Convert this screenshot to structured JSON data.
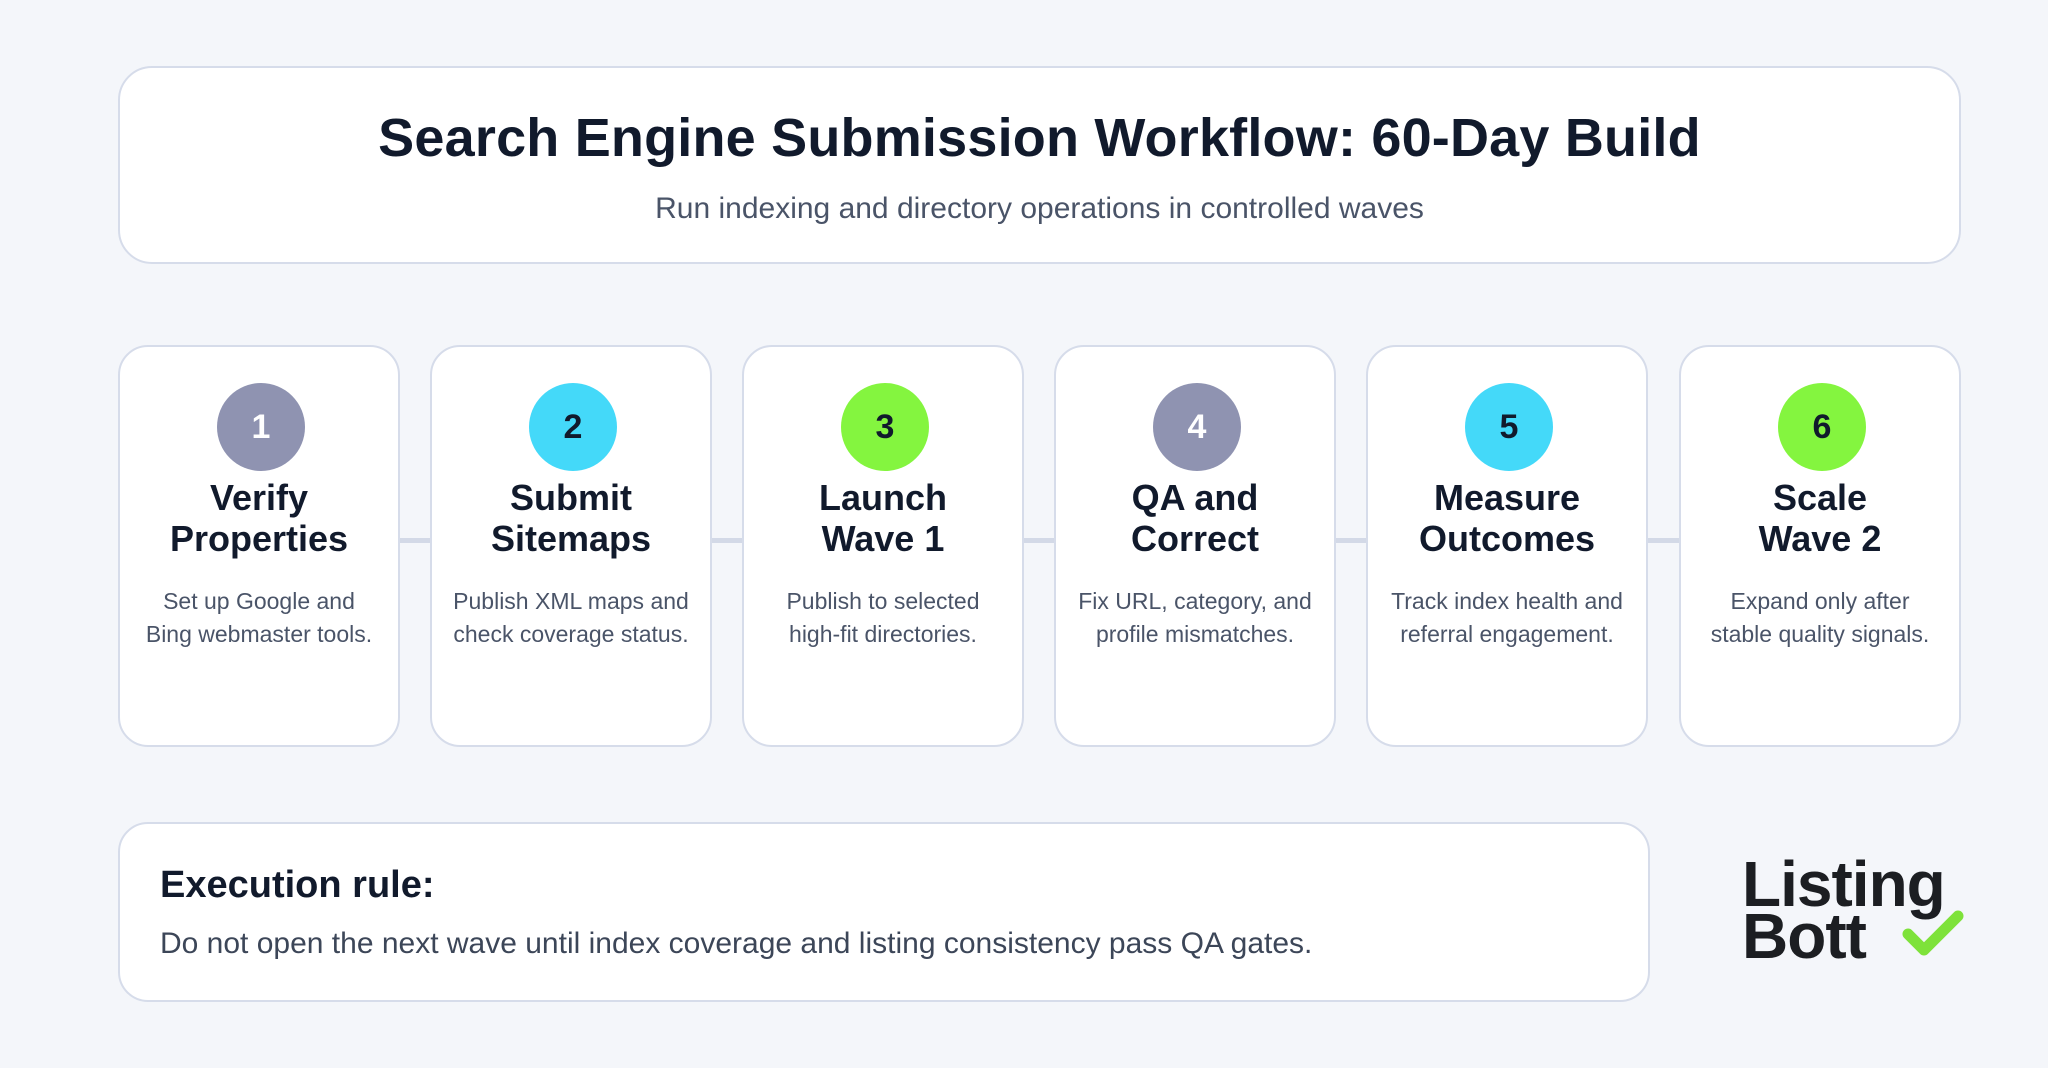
{
  "header": {
    "title": "Search Engine Submission Workflow: 60-Day Build",
    "subtitle": "Run indexing and directory operations in controlled waves"
  },
  "steps": [
    {
      "number": "1",
      "title_line1": "Verify",
      "title_line2": "Properties",
      "desc_line1": "Set up Google and",
      "desc_line2": "Bing webmaster tools.",
      "badge_color": "#8f93b1"
    },
    {
      "number": "2",
      "title_line1": "Submit",
      "title_line2": "Sitemaps",
      "desc_line1": "Publish XML maps and",
      "desc_line2": "check coverage status.",
      "badge_color": "#44d9f9"
    },
    {
      "number": "3",
      "title_line1": "Launch",
      "title_line2": "Wave 1",
      "desc_line1": "Publish to selected",
      "desc_line2": "high-fit directories.",
      "badge_color": "#84f53f"
    },
    {
      "number": "4",
      "title_line1": "QA and",
      "title_line2": "Correct",
      "desc_line1": "Fix URL, category, and",
      "desc_line2": "profile mismatches.",
      "badge_color": "#8f93b1"
    },
    {
      "number": "5",
      "title_line1": "Measure",
      "title_line2": "Outcomes",
      "desc_line1": "Track index health and",
      "desc_line2": "referral engagement.",
      "badge_color": "#44d9f9"
    },
    {
      "number": "6",
      "title_line1": "Scale",
      "title_line2": "Wave 2",
      "desc_line1": "Expand only after",
      "desc_line2": "stable quality signals.",
      "badge_color": "#84f53f"
    }
  ],
  "rule": {
    "heading": "Execution rule:",
    "text": "Do not open the next wave until index coverage and listing consistency pass QA gates."
  },
  "logo": {
    "line1": "Listing",
    "line2": "Bott",
    "check_color": "#7ee23a"
  }
}
